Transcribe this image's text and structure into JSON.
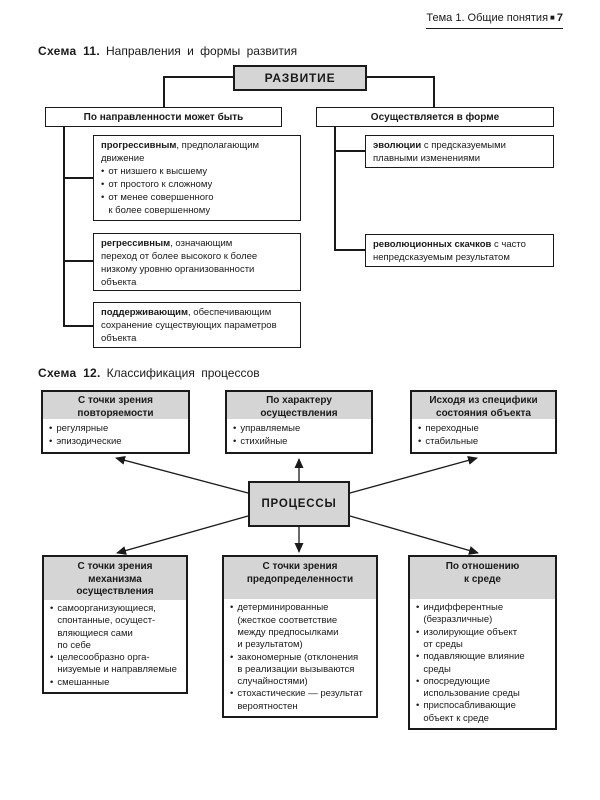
{
  "ui": {
    "bullet": "•"
  },
  "colors": {
    "node_fill": "#d5d5d5",
    "line": "#1a1a1a",
    "background": "#ffffff"
  },
  "page_header": {
    "title": "Тема 1. Общие понятия",
    "marker": "■",
    "page": "7"
  },
  "schema11": {
    "label": "Схема 11.",
    "title": "Направления и формы развития",
    "root": "РАЗВИТИЕ",
    "left": {
      "header": "По направленности может быть",
      "children": [
        {
          "lead": "прогрессивным",
          "rest": ", предполагающим\nдвижение",
          "bullets": [
            "от низшего к высшему",
            "от простого к сложному",
            "от менее совершенного\nк более совершенному"
          ]
        },
        {
          "lead": "регрессивным",
          "rest": ", означающим\nпереход от более высокого к более\nнизкому уровню организованности\nобъекта"
        },
        {
          "lead": "поддерживающим",
          "rest": ", обеспечивающим\nсохранение существующих параметров\nобъекта"
        }
      ]
    },
    "right": {
      "header": "Осуществляется в форме",
      "children": [
        {
          "lead": "эволюции",
          "rest": " с предсказуемыми\nплавными изменениями"
        },
        {
          "lead": "революционных скачков",
          "rest": " с часто\nнепредсказуемым результатом"
        }
      ]
    }
  },
  "schema12": {
    "label": "Схема 12.",
    "title": "Классификация процессов",
    "center": "ПРОЦЕССЫ",
    "boxes": [
      {
        "header": "С точки зрения\nповторяемости",
        "bullets": [
          "регулярные",
          "эпизодические"
        ]
      },
      {
        "header": "По характеру\nосуществления",
        "bullets": [
          "управляемые",
          "стихийные"
        ]
      },
      {
        "header": "Исходя из специфики\nсостояния объекта",
        "bullets": [
          "переходные",
          "стабильные"
        ]
      },
      {
        "header": "С точки зрения\nмеханизма\nосуществления",
        "bullets": [
          "самоорганизующиеся,\nспонтанные, осущест-\nвляющиеся сами\nпо себе",
          "целесообразно орга-\nнизуемые и направляемые",
          "смешанные"
        ]
      },
      {
        "header": "С точки зрения\nпредопределенности",
        "bullets": [
          "детерминированные\n(жесткое соответствие\nмежду предпосылками\nи результатом)",
          "закономерные (отклонения\nв реализации вызываются\nслучайностями)",
          "стохастические — результат\nвероятностен"
        ]
      },
      {
        "header": "По отношению\nк среде",
        "bullets": [
          "индифферентные\n(безразличные)",
          "изолирующие объект\nот среды",
          "подавляющие влияние\nсреды",
          "опосредующие\nиспользование среды",
          "приспосабливающие\nобъект к среде"
        ]
      }
    ]
  }
}
